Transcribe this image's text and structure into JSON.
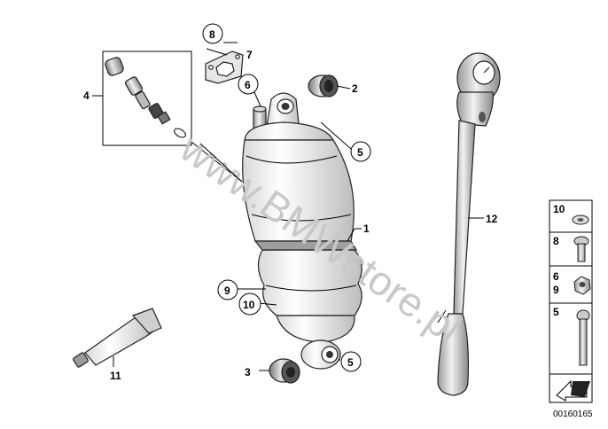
{
  "diagram": {
    "watermark": "www.BMWstore.pl",
    "document_id": "00160165",
    "callouts": {
      "c1": "1",
      "c2": "2",
      "c3": "3",
      "c4": "4",
      "c5a": "5",
      "c5b": "5",
      "c6": "6",
      "c7": "7",
      "c8": "8",
      "c9": "9",
      "c10": "10",
      "c11": "11",
      "c12": "12"
    },
    "legend": {
      "r1": "10",
      "r2": "8",
      "r3a": "6",
      "r3b": "9",
      "r4": "5"
    }
  }
}
